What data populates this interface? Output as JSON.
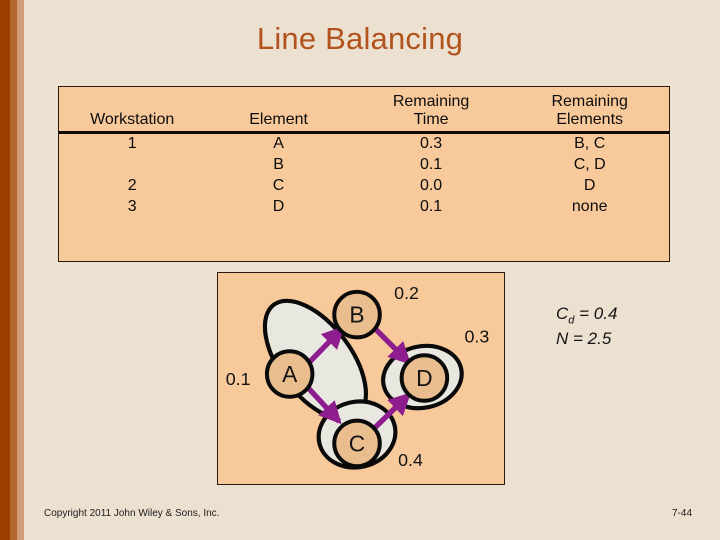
{
  "slide": {
    "title": "Line Balancing",
    "background_color": "#ece0d1",
    "title_color": "#b2531d",
    "panel_color": "#f8c99a"
  },
  "stripes": {
    "dark": "#9c3d00",
    "mid": "#b5652f",
    "light": "#d09e7b"
  },
  "table": {
    "headers": {
      "workstation": "Workstation",
      "element": "Element",
      "remaining_time_line1": "Remaining",
      "remaining_time_line2": "Time",
      "remaining_elements_line1": "Remaining",
      "remaining_elements_line2": "Elements"
    },
    "rows": [
      {
        "workstation": "1",
        "element": "A",
        "remaining_time": "0.3",
        "remaining_elements": "B, C"
      },
      {
        "workstation": "",
        "element": "B",
        "remaining_time": "0.1",
        "remaining_elements": "C, D"
      },
      {
        "workstation": "2",
        "element": "C",
        "remaining_time": "0.0",
        "remaining_elements": "D"
      },
      {
        "workstation": "3",
        "element": "D",
        "remaining_time": "0.1",
        "remaining_elements": "none"
      }
    ]
  },
  "diagram": {
    "node_fill": "#e9bd8d",
    "group_fill": "#e9e8e0",
    "arrow_color": "#8e1d8e",
    "outline_color": "#0a0a0a",
    "nodes": [
      {
        "id": "A",
        "label": "A",
        "time_label": "0.1"
      },
      {
        "id": "B",
        "label": "B",
        "time_label": "0.2"
      },
      {
        "id": "C",
        "label": "C",
        "time_label": "0.4"
      },
      {
        "id": "D",
        "label": "D",
        "time_label": "0.3"
      }
    ],
    "edges": [
      {
        "from": "A",
        "to": "B"
      },
      {
        "from": "A",
        "to": "C"
      },
      {
        "from": "B",
        "to": "D"
      },
      {
        "from": "C",
        "to": "D"
      }
    ],
    "labels": {
      "a": "0.1",
      "b": "0.2",
      "c": "0.4",
      "d": "0.3"
    }
  },
  "formulas": {
    "cycle_time_symbol": "C",
    "cycle_time_subscript": "d",
    "cycle_time_equals": " = 0.4",
    "stations_symbol": "N",
    "stations_equals": " = 2.5"
  },
  "footer": {
    "copyright": "Copyright 2011 John Wiley & Sons, Inc.",
    "page_number": "7-44"
  }
}
